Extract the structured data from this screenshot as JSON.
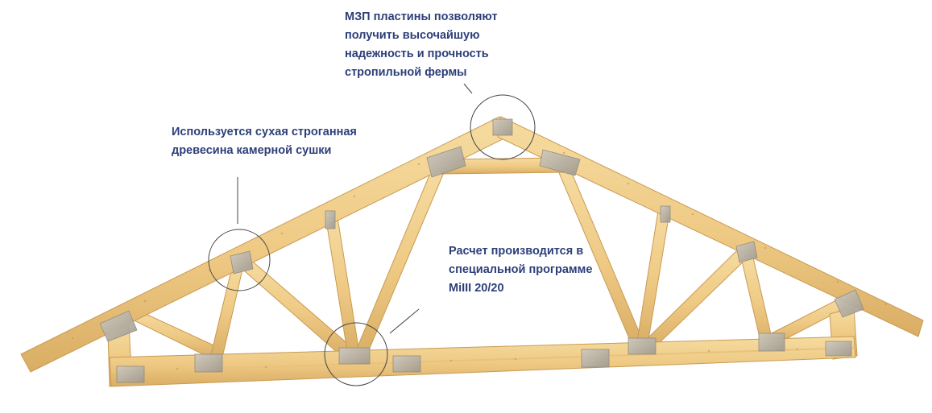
{
  "annotations": {
    "plates": {
      "lines": [
        "МЗП пластины позволяют",
        "получить высочайшую",
        "надежность и прочность",
        "стропильной фермы"
      ]
    },
    "timber": {
      "lines": [
        "Используется сухая строганная",
        "древесина камерной сушки"
      ]
    },
    "software": {
      "lines": [
        "Расчет производится в",
        "специальной программе",
        "MiIII 20/20"
      ]
    }
  },
  "colors": {
    "text": "#2d3f7a",
    "wood": "#f0cf8a",
    "wood_dark": "#c99a52",
    "plate": "#b8b2a6",
    "callout": "#444444"
  }
}
